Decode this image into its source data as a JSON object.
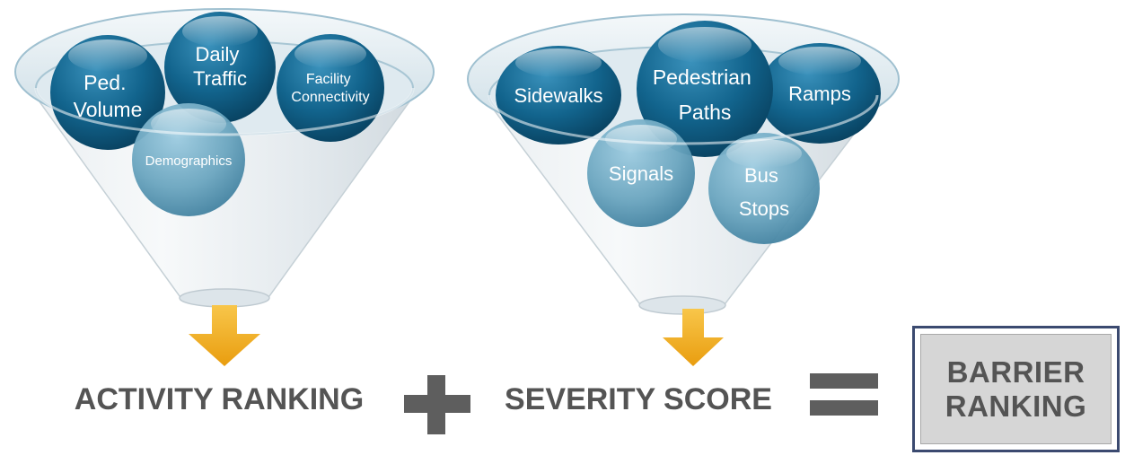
{
  "funnel_left": {
    "items": [
      {
        "lines": [
          "Ped.",
          "Volume"
        ]
      },
      {
        "lines": [
          "Daily",
          "Traffic"
        ]
      },
      {
        "lines": [
          "Facility",
          "Connectivity"
        ]
      },
      {
        "lines": [
          "Demographics"
        ]
      }
    ],
    "output_label": "ACTIVITY RANKING"
  },
  "funnel_right": {
    "items": [
      {
        "lines": [
          "Sidewalks"
        ]
      },
      {
        "lines": [
          "Pedestrian",
          "Paths"
        ]
      },
      {
        "lines": [
          "Ramps"
        ]
      },
      {
        "lines": [
          "Signals"
        ]
      },
      {
        "lines": [
          "Bus",
          "Stops"
        ]
      }
    ],
    "output_label": "SEVERITY SCORE"
  },
  "result": {
    "lines": [
      "BARRIER",
      "RANKING"
    ]
  },
  "colors": {
    "bubble_dark": "#0f5f86",
    "bubble_light": "#5f9db8",
    "arrow": "#f3b21c",
    "text_gray": "#545454",
    "operator": "#5e5e5e",
    "box_border": "#3b4a70"
  }
}
